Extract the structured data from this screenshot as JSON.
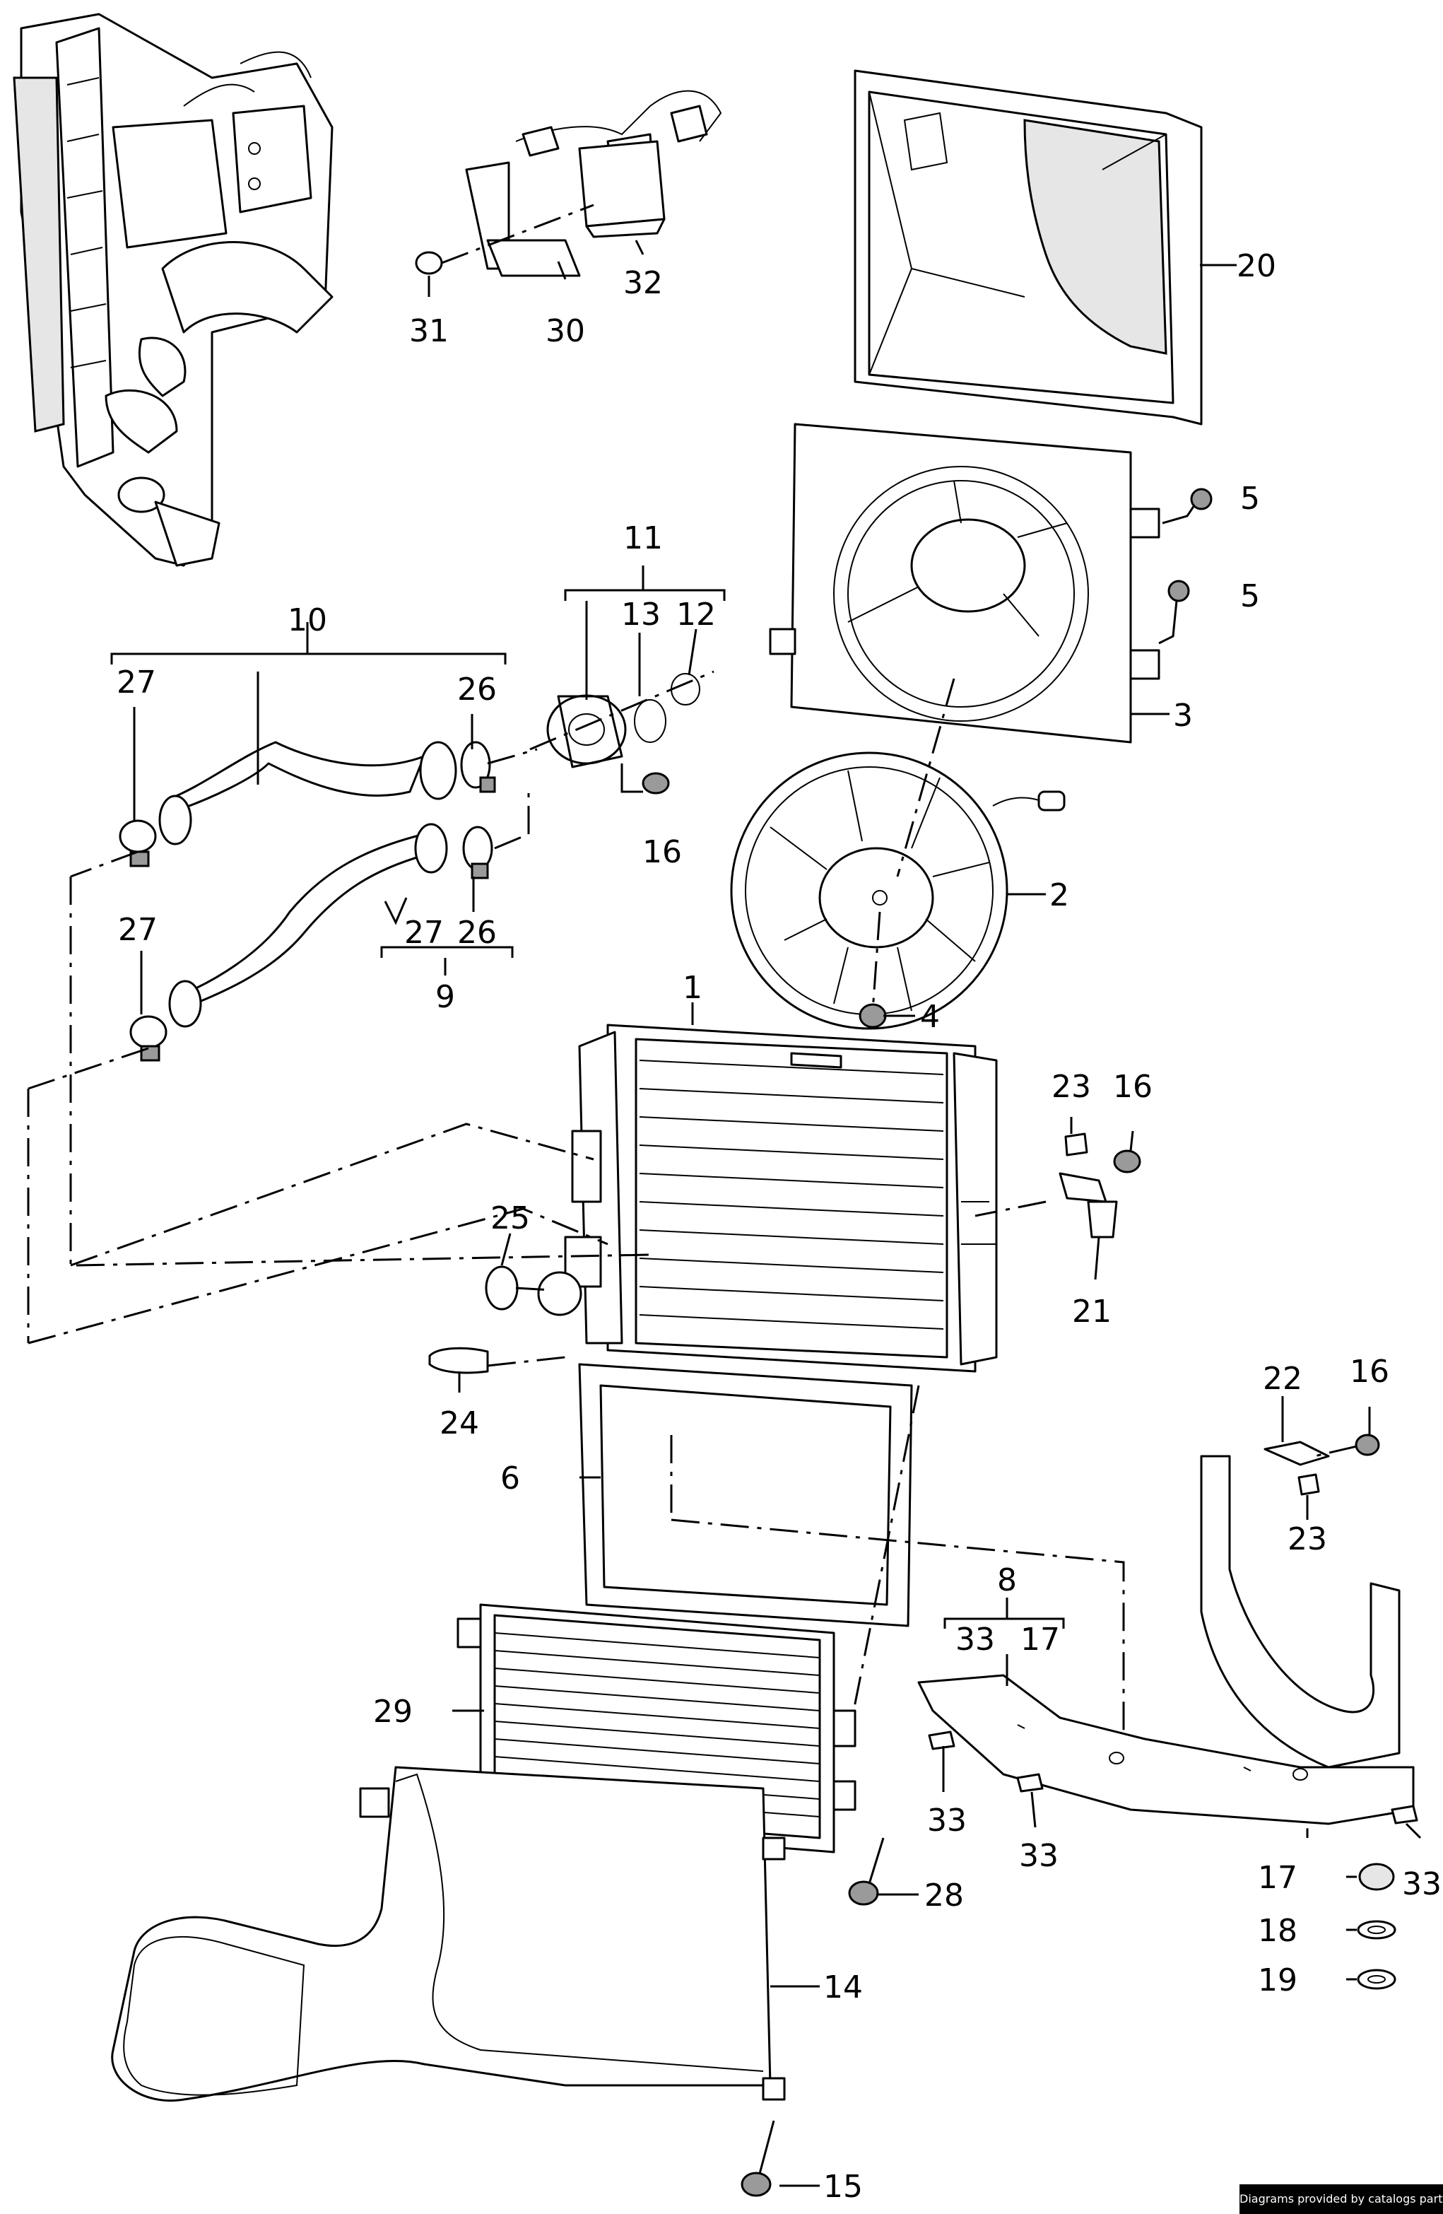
{
  "diagram": {
    "callouts": {
      "c1": "1",
      "c2": "2",
      "c3": "3",
      "c4": "4",
      "c5a": "5",
      "c5b": "5",
      "c6": "6",
      "c8": "8",
      "c9": "9",
      "c10": "10",
      "c11": "11",
      "c12": "12",
      "c13": "13",
      "c14": "14",
      "c15": "15",
      "c16a": "16",
      "c16b": "16",
      "c16c": "16",
      "c17a": "17",
      "c17b": "17",
      "c18": "18",
      "c19": "19",
      "c20": "20",
      "c21": "21",
      "c22": "22",
      "c23a": "23",
      "c23b": "23",
      "c24": "24",
      "c25": "25",
      "c26a": "26",
      "c26b": "26",
      "c27a": "27",
      "c27b": "27",
      "c27c": "27",
      "c28": "28",
      "c29": "29",
      "c30": "30",
      "c31": "31",
      "c32": "32",
      "c33a": "33",
      "c33b": "33",
      "c33c": "33",
      "c33d": "33"
    }
  },
  "credit": "Diagrams provided by catalogs parts"
}
